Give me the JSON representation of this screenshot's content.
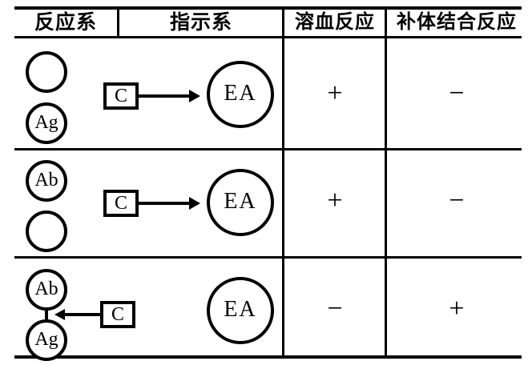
{
  "table": {
    "headers": [
      {
        "label": "反应系"
      },
      {
        "label": "指示系"
      },
      {
        "label": "溶血反应"
      },
      {
        "label": "补体结合反应"
      }
    ],
    "rows": [
      {
        "reaction_system": {
          "top_circle_label": "",
          "bottom_circle_label": "Ag",
          "linked": false
        },
        "indicator_system": {
          "complement_label": "C",
          "target_label": "EA",
          "arrow_direction": "right",
          "arrow_present": true
        },
        "hemolysis": "+",
        "complement_fixation": "−"
      },
      {
        "reaction_system": {
          "top_circle_label": "Ab",
          "bottom_circle_label": "",
          "linked": false
        },
        "indicator_system": {
          "complement_label": "C",
          "target_label": "EA",
          "arrow_direction": "right",
          "arrow_present": true
        },
        "hemolysis": "+",
        "complement_fixation": "−"
      },
      {
        "reaction_system": {
          "top_circle_label": "Ab",
          "bottom_circle_label": "Ag",
          "linked": true,
          "complement_label": "C",
          "arrow_direction": "left"
        },
        "indicator_system": {
          "complement_label": "",
          "target_label": "EA",
          "arrow_direction": "none",
          "arrow_present": false
        },
        "hemolysis": "−",
        "complement_fixation": "+"
      }
    ]
  },
  "colors": {
    "ink": "#000000",
    "paper": "#ffffff"
  }
}
